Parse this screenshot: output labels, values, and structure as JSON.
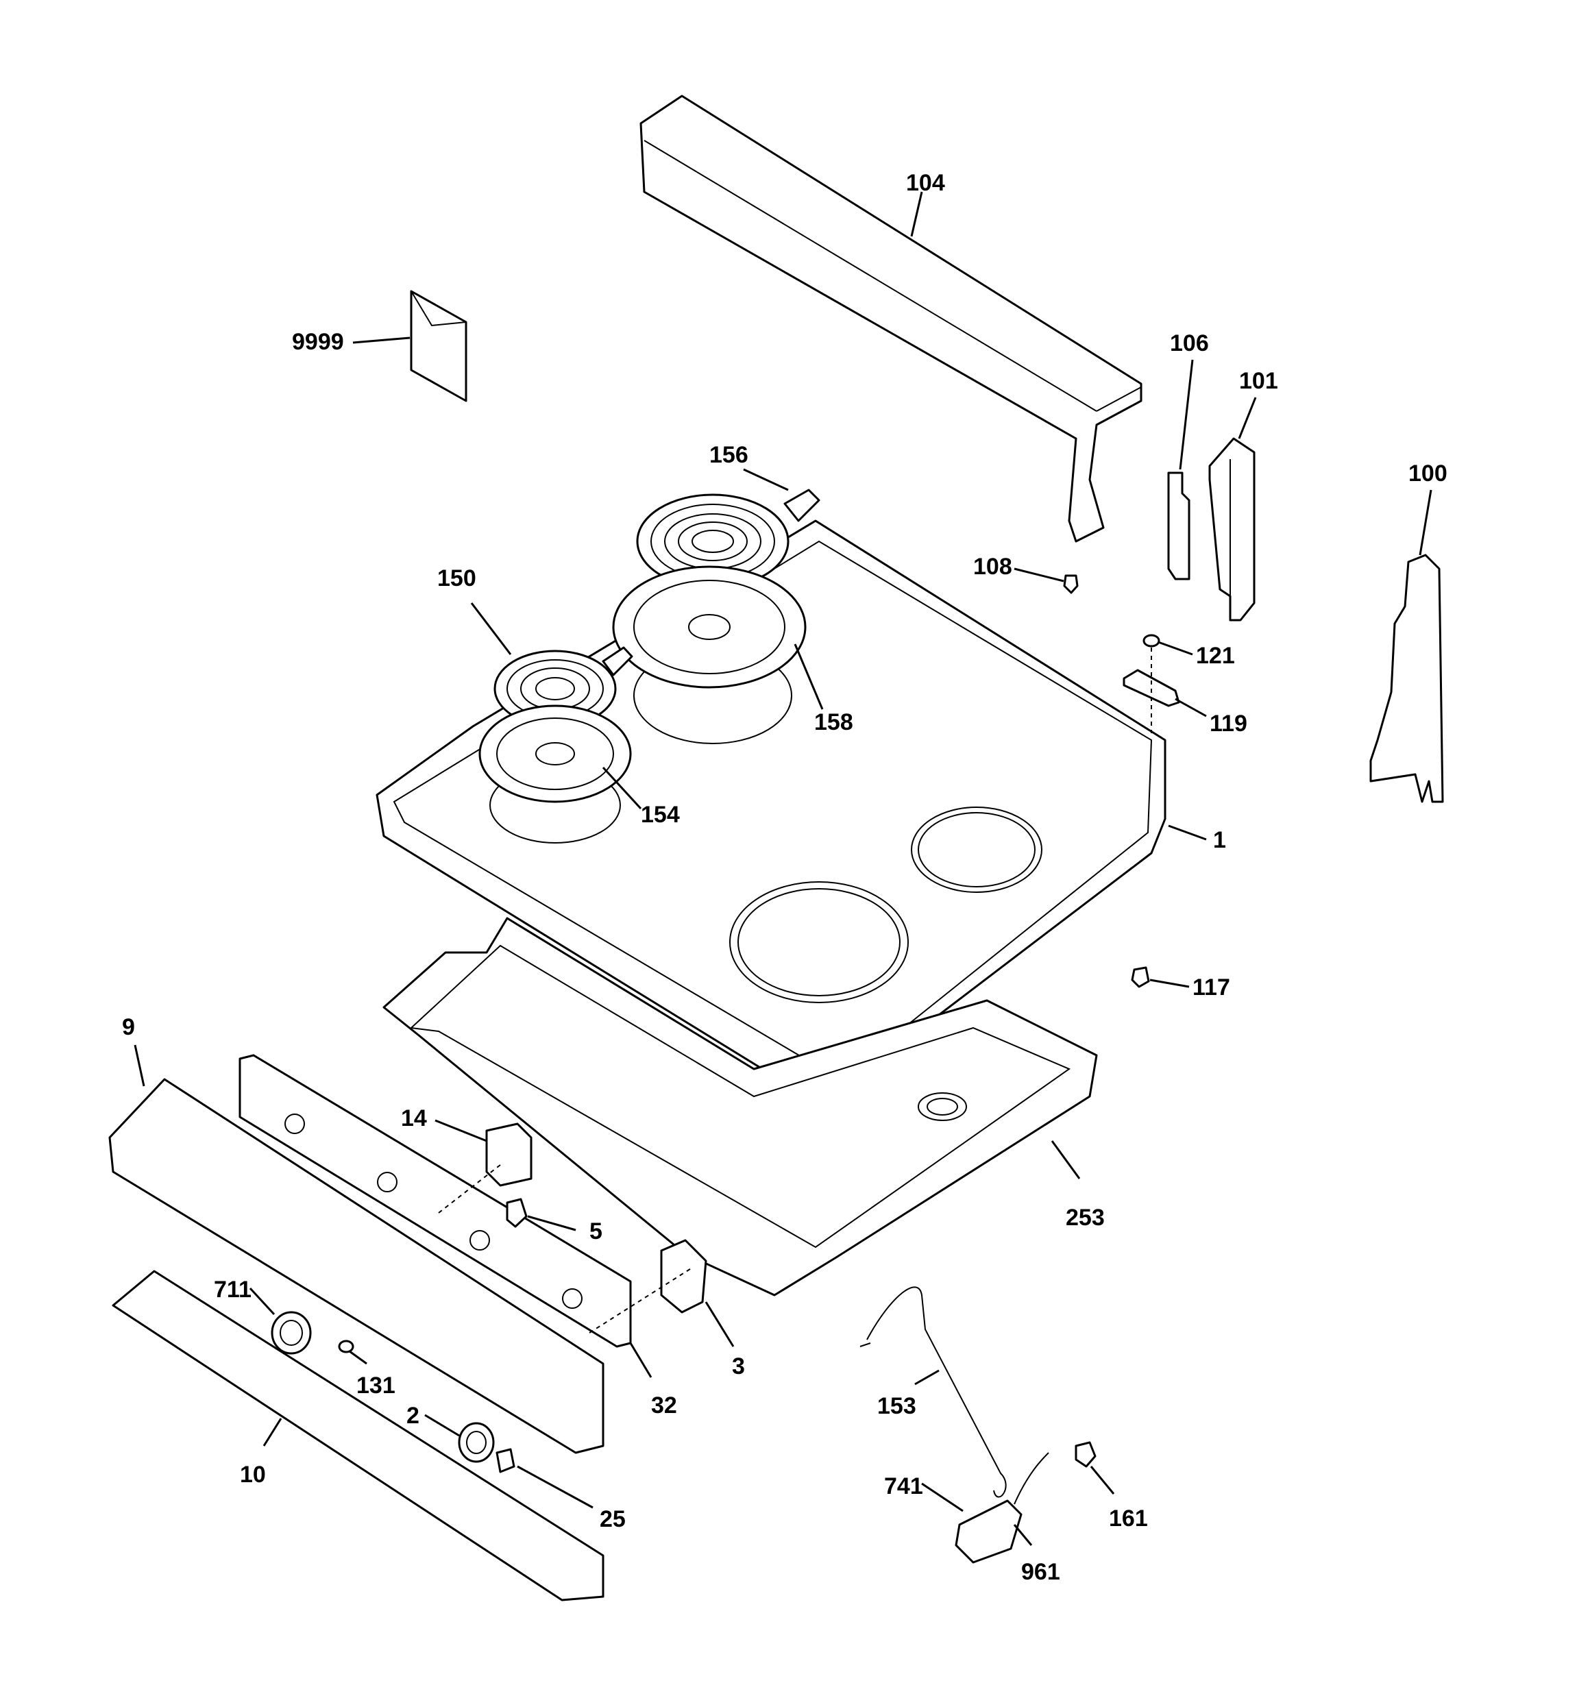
{
  "diagram": {
    "callouts": {
      "p104": "104",
      "p9999": "9999",
      "p106": "106",
      "p101": "101",
      "p100": "100",
      "p156": "156",
      "p150": "150",
      "p108": "108",
      "p121": "121",
      "p119": "119",
      "p158": "158",
      "p154": "154",
      "p1": "1",
      "p117": "117",
      "p9": "9",
      "p14": "14",
      "p5": "5",
      "p253": "253",
      "p711": "711",
      "p3": "3",
      "p131": "131",
      "p32": "32",
      "p153": "153",
      "p2": "2",
      "p10": "10",
      "p25": "25",
      "p741": "741",
      "p161": "161",
      "p961": "961"
    }
  }
}
